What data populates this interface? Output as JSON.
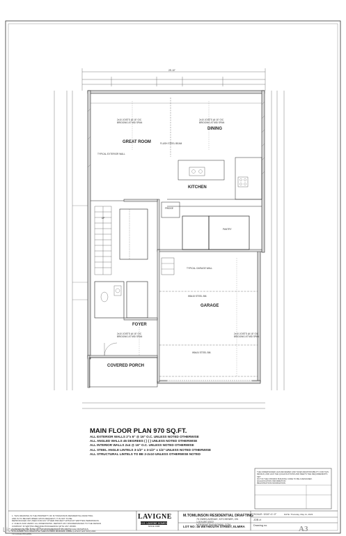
{
  "sheet_title": "MAIN FLOOR PLAN  970 SQ.FT.",
  "general_notes": [
    "ALL EXTERIOR WALLS 2\"x 6\" @ 16\" O.C. UNLESS NOTED OTHERWISE",
    "ALL ANGLED WALLS 45 DEGREES ( ) ( ) UNLESS NOTED OTHERWISE",
    "ALL INTERIOR WALLS 2x4 @ 16\" O.C. UNLESS NOTED OTHERWISE",
    "ALL STEEL ANGLE LINTELS 3-1/2\" x 3-1/2\" x 1/4\" UNLESS NOTED OTHERWISE",
    "ALL STRUCTURAL LINTELS TO BE 2-2x10 UNLESS OTHERWISE NOTED"
  ],
  "rooms": {
    "great_room": "GREAT ROOM",
    "dining": "DINING",
    "kitchen": "KITCHEN",
    "garage": "GARAGE",
    "foyer": "FOYER",
    "covered_porch": "COVERED PORCH"
  },
  "plan_notes": {
    "joists_great": "2x10 JOISTS @ 16\" O/C\nBRIDGING AT MID SPAN",
    "joists_dining": "2x10 JOISTS @ 16\" O/C\nBRIDGING AT MID SPAN",
    "joists_foyer": "2x10 JOISTS @ 16\" O/C\nBRIDGING AT MID SPAN",
    "joists_garage": "2x10 JOISTS @ 16\" O/C\nBRIDGING AT MID SPAN",
    "steel_beam_garage": "W8x15 STEEL BM.",
    "steel_beam_door": "W8x24 STEEL BM.",
    "pantry": "PANTRY",
    "fridge": "FRIDGE",
    "flush_beam": "FLUSH STEEL BEAM",
    "overall_width": "25'-10\"",
    "wall_note": "TYPICAL EXTERIOR WALL",
    "garage_wall": "TYPICAL GARAGE WALL",
    "stair_note": "UP"
  },
  "disclaimer": "1. THIS DRAWING IS THE PROPERTY OF M.TOMLINSON RESIDENTIAL DRAFTING\nAND IS TO BE RETURNED UPON REQUEST. IT IS NOT TO BE\nREPRODUCED OR USED FOR ANY OTHER PROJECT WITHOUT WRITTEN PERMISSION.\n2. CHECK AND VERIFY ALL DIMENSIONS. REPORT ANY DISCREPANCIES TO THE DESIGN\nCOMPANY IN WRITING BEFORE PROCEEDING WITH ANY WORK.\n3. REFER TO THE DIMENSIONS ON DRAWINGS - DO NOT SCALE DRAWINGS.\n4. BUILDER TO CONFIRM TO THE ONTARIO BUILDING CODE (LATEST EDITION) AND\nTO LOCAL BYLAWS.",
  "logo": {
    "name": "LAVIGNE",
    "sub": "H.G. LAVIGNE HOMES",
    "since": "SINCE 1998"
  },
  "title_block": {
    "company": "M.TOMLINSON RESIDENTIAL DRAFTING",
    "address": "75 OWEN AVENUE, KITCHENER, ON\n1-519-897-8322\nMTRDRAFTING@GMAIL.COM",
    "lot": "LOT NO: 46 WEYMOUTH STREET, ELMIRA",
    "scale": "SCALE: 3/16\"=1'-0\"",
    "date": "DATE: Thursday, May 11, 2023",
    "job": "JOB #:",
    "drawing_no": "Drawing no.",
    "sheet": "A3"
  },
  "designer_statement": "THE UNDERSIGNED HAS REVIEWED AND TAKES RESPONSIBILITY FOR THIS\nDESIGN, AND HAS THE QUALIFICATIONS AND MEETS THE REQUIREMENTS SET\nOUT IN THE ONTARIO BUILDING CODE TO BE A DESIGNER.\nQUALIFICATION INFORMATION\nREGISTRATION INFORMATION",
  "watermark": "Licensed to Cornerstone"
}
